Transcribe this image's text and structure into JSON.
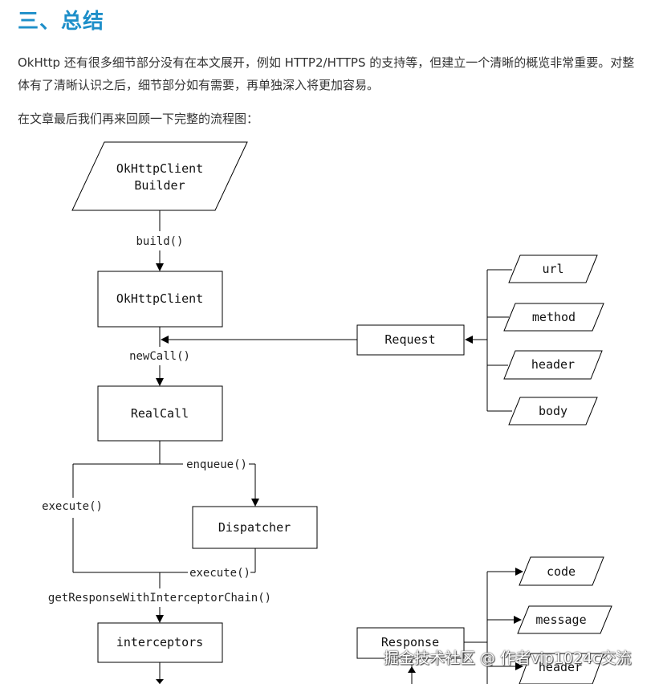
{
  "article": {
    "heading": "三、总结",
    "paragraph1": "OkHttp 还有很多细节部分没有在本文展开，例如 HTTP2/HTTPS 的支持等，但建立一个清晰的概览非常重要。对整体有了清晰认识之后，细节部分如有需要，再单独深入将更加容易。",
    "paragraph2": "在文章最后我们再来回顾一下完整的流程图："
  },
  "diagram": {
    "builder_line1": "OkHttpClient",
    "builder_line2": "Builder",
    "build_label": "build()",
    "client_box": "OkHttpClient",
    "newcall_label": "newCall()",
    "realcall_box": "RealCall",
    "enqueue_label": "enqueue()",
    "execute_left_label": "execute()",
    "dispatcher_box": "Dispatcher",
    "execute_bottom_label": "execute()",
    "chain_label": "getResponseWithInterceptorChain()",
    "interceptors_box": "interceptors",
    "request_box": "Request",
    "request_fields": [
      "url",
      "method",
      "header",
      "body"
    ],
    "response_box": "Response",
    "response_fields": [
      "code",
      "message",
      "header"
    ]
  },
  "watermark": "掘金技术社区 @ 作者vip1024c交流"
}
